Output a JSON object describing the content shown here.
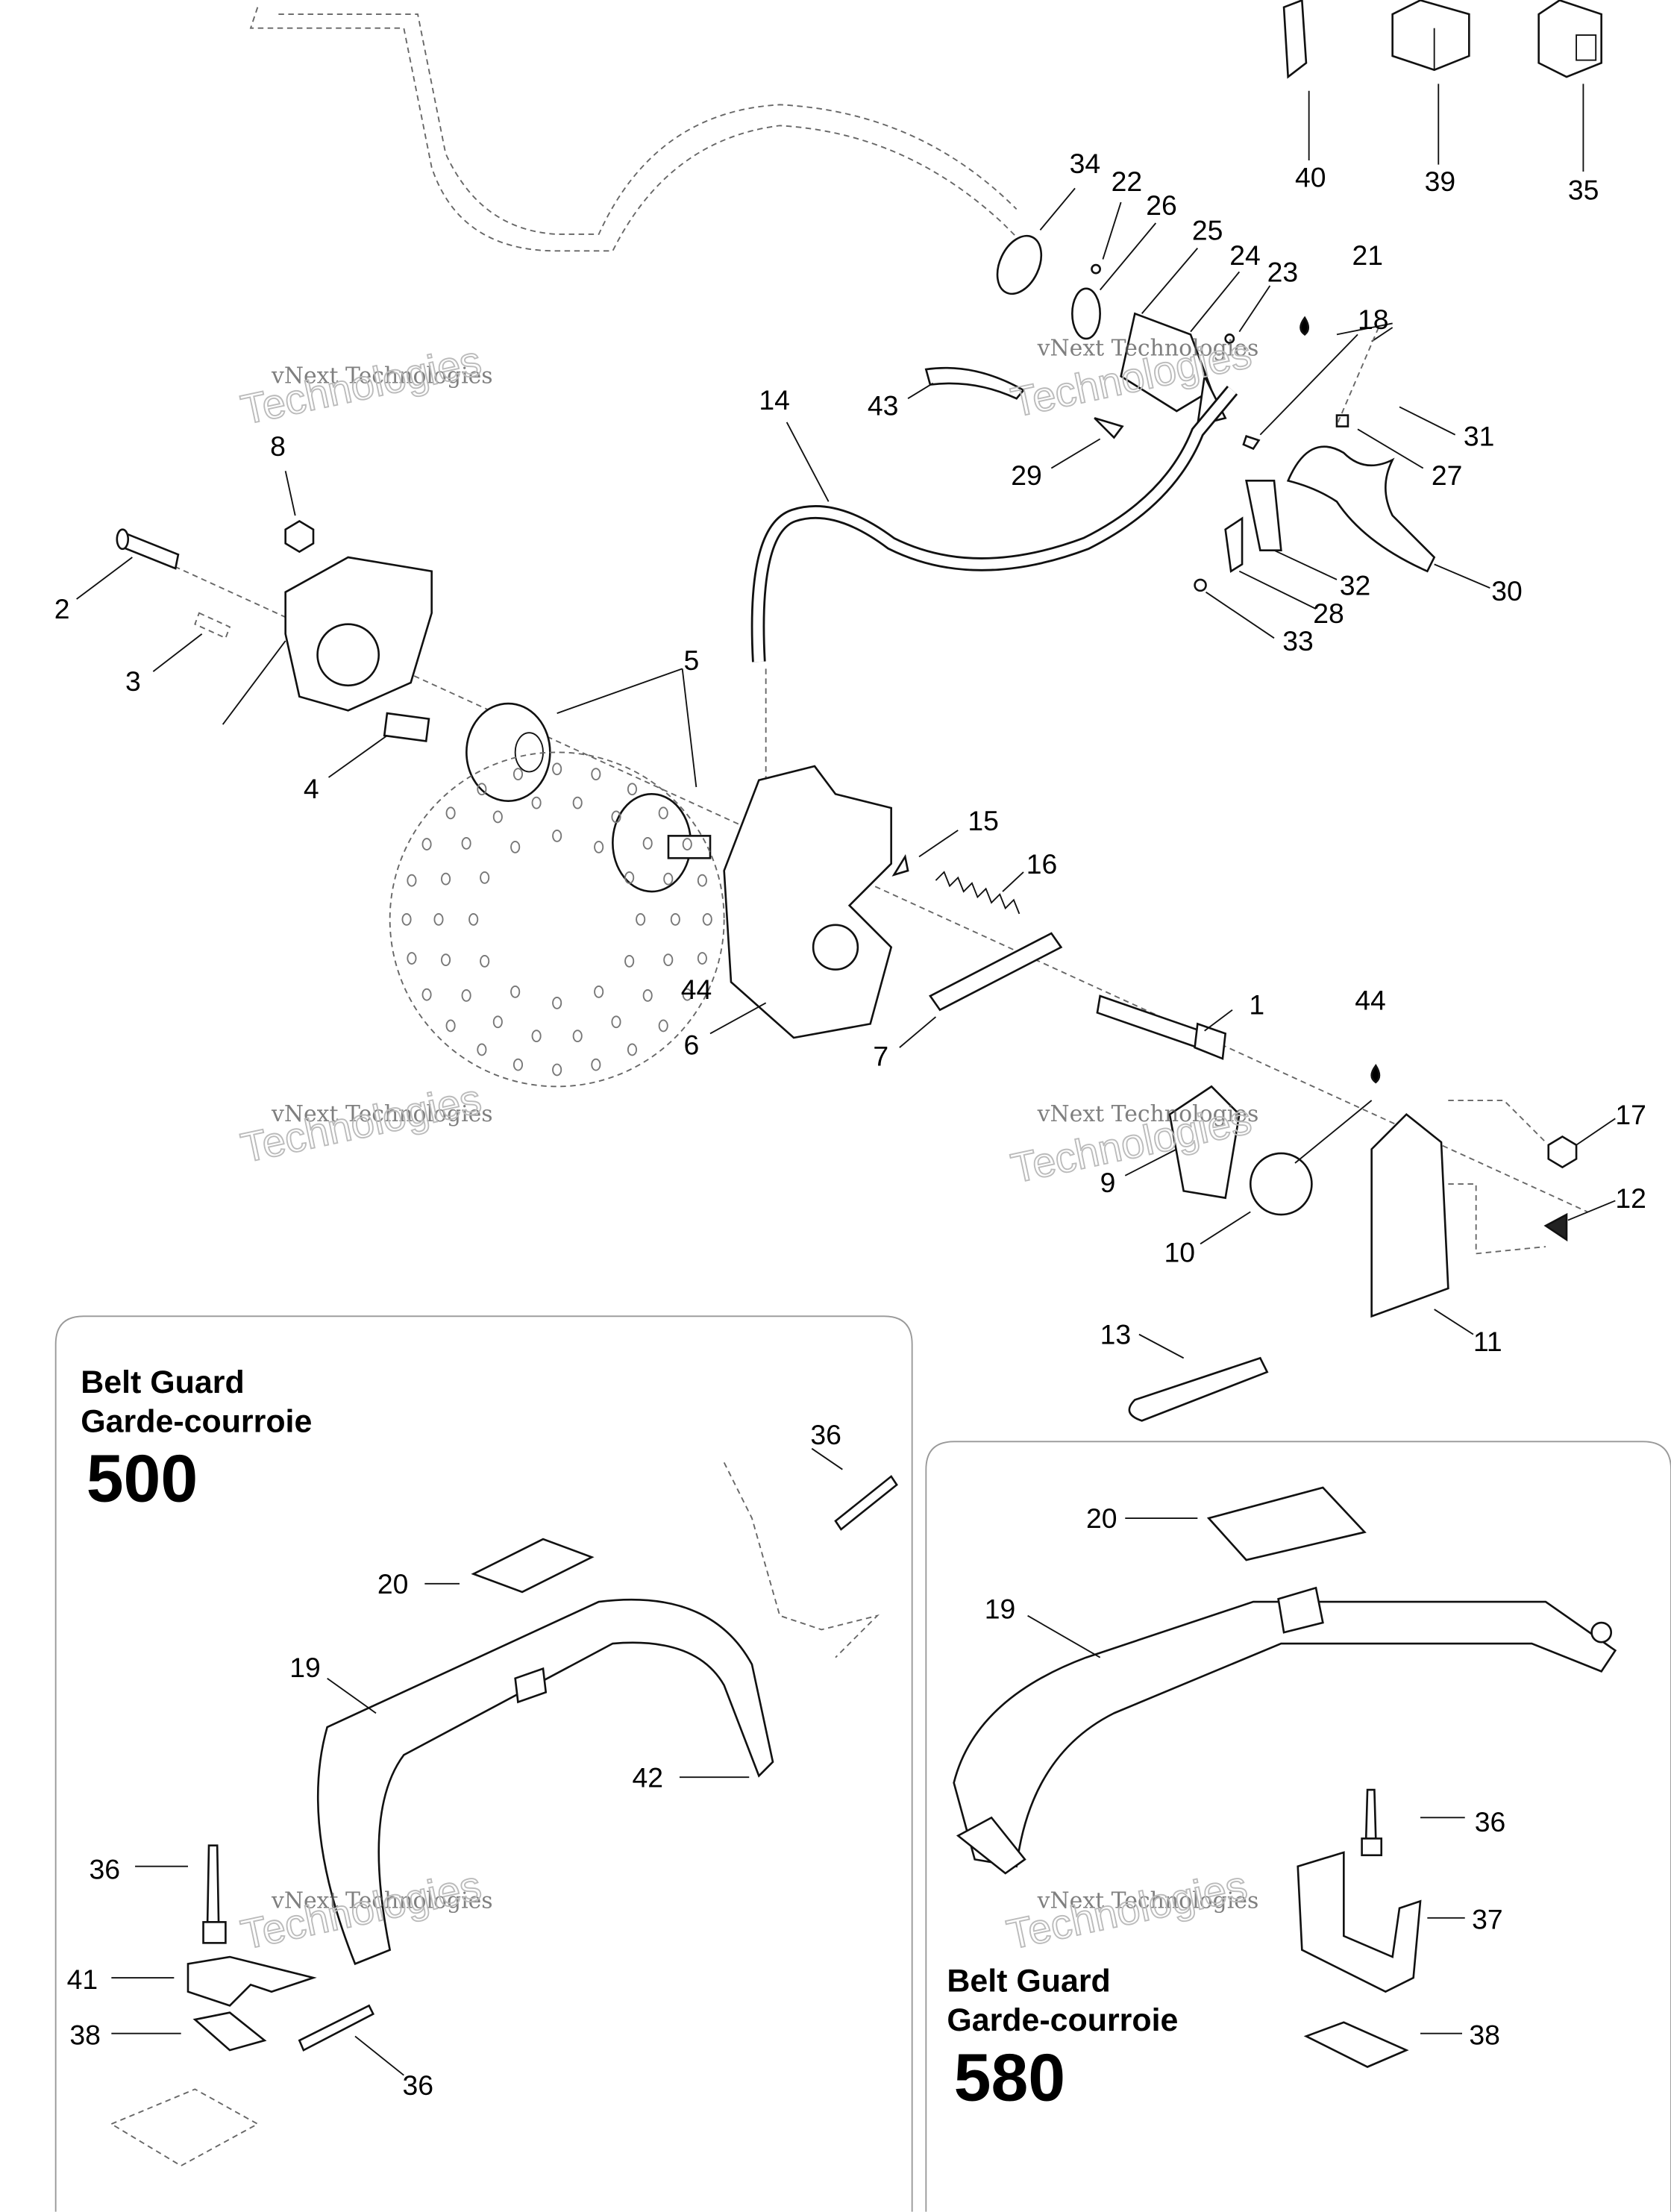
{
  "callouts": {
    "p34": "34",
    "p22": "22",
    "p26": "26",
    "p25": "25",
    "p24": "24",
    "p23": "23",
    "p21": "21",
    "p18": "18",
    "p31": "31",
    "p27": "27",
    "p30": "30",
    "p32": "32",
    "p28": "28",
    "p33": "33",
    "p29": "29",
    "p43": "43",
    "p14": "14",
    "p8": "8",
    "p2": "2",
    "p3": "3",
    "p4": "4",
    "p5": "5",
    "p15": "15",
    "p16": "16",
    "p44a": "44",
    "p6": "6",
    "p7": "7",
    "p1": "1",
    "p44b": "44",
    "p17": "17",
    "p9": "9",
    "p10": "10",
    "p12": "12",
    "p13": "13",
    "p11": "11",
    "p40": "40",
    "p39": "39",
    "p35": "35"
  },
  "box500": {
    "title_en": "Belt Guard",
    "title_fr": "Garde-courroie",
    "model": "500",
    "callouts": {
      "p36a": "36",
      "p20": "20",
      "p19": "19",
      "p42": "42",
      "p36b": "36",
      "p41": "41",
      "p38": "38",
      "p36c": "36"
    }
  },
  "box580": {
    "title_en": "Belt Guard",
    "title_fr": "Garde-courroie",
    "model": "580",
    "callouts": {
      "p20": "20",
      "p19": "19",
      "p36": "36",
      "p37": "37",
      "p38": "38"
    }
  },
  "watermark": {
    "line1": "vNext Technologies",
    "line2": "Technologies"
  }
}
